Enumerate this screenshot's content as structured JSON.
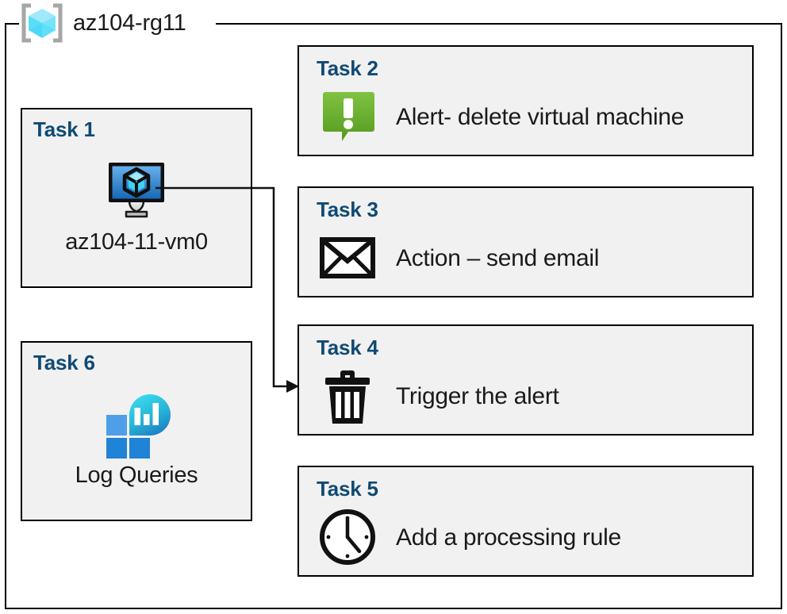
{
  "resource_group": {
    "title": "az104-rg11",
    "icon": "resource-group-cube-icon",
    "border_color": "#000000"
  },
  "theme": {
    "card_background": "#f1f1f1",
    "card_border": "#000000",
    "task_title_color": "#0f4a74",
    "label_color": "#1a1a1a",
    "alert_green_light": "#7ac143",
    "alert_green_dark": "#579a22",
    "vm_blue_light": "#5aa5e8",
    "vm_blue_dark": "#1668b8",
    "log_cyan": "#32d4e8",
    "log_blue": "#1f83d6",
    "cube_cyan_light": "#9fe9fb",
    "cube_cyan": "#4fd8f5"
  },
  "cards": [
    {
      "id": "task1",
      "title": "Task 1",
      "label": "az104-11-vm0",
      "icon": "virtual-machine-icon",
      "layout": "vertical"
    },
    {
      "id": "task2",
      "title": "Task 2",
      "label": "Alert- delete virtual machine",
      "icon": "alert-speech-bubble-icon",
      "layout": "horizontal"
    },
    {
      "id": "task3",
      "title": "Task 3",
      "label": "Action – send email",
      "icon": "email-envelope-icon",
      "layout": "horizontal"
    },
    {
      "id": "task4",
      "title": "Task 4",
      "label": "Trigger the alert",
      "icon": "trash-can-icon",
      "layout": "horizontal"
    },
    {
      "id": "task5",
      "title": "Task 5",
      "label": "Add a processing rule",
      "icon": "clock-icon",
      "layout": "horizontal"
    },
    {
      "id": "task6",
      "title": "Task 6",
      "label": "Log Queries",
      "icon": "log-analytics-icon",
      "layout": "vertical"
    }
  ],
  "connector": {
    "from": "task1-virtual-machine-icon",
    "to": "task4-card",
    "arrow": "arrowhead-right"
  }
}
